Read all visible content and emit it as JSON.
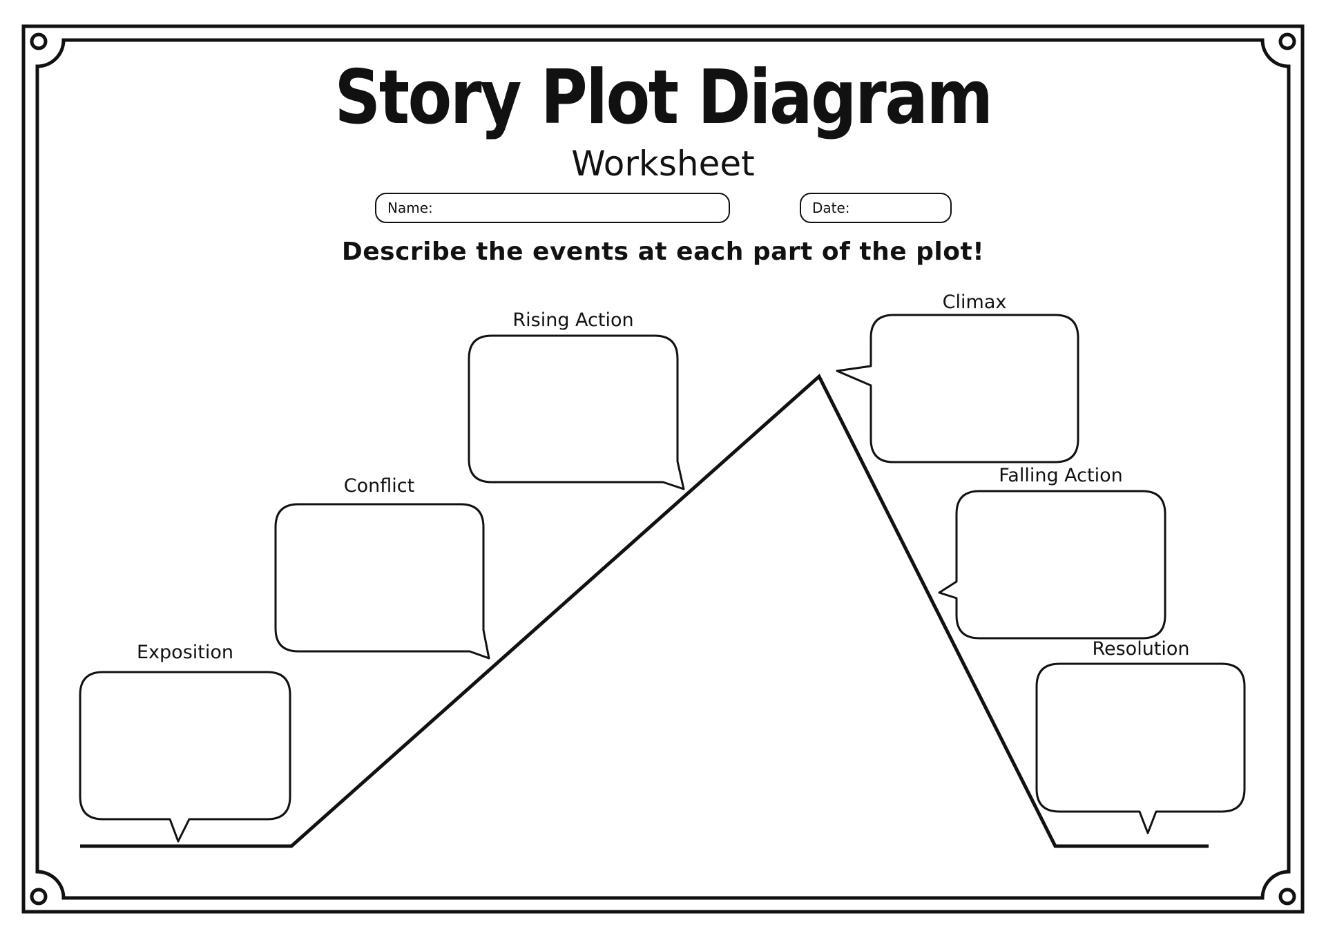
{
  "title": "Story Plot Diagram",
  "subtitle": "Worksheet",
  "fields": {
    "name_label": "Name:",
    "date_label": "Date:"
  },
  "instruction": "Describe the events at each part of the plot!",
  "sections": {
    "exposition": "Exposition",
    "conflict": "Conflict",
    "rising_action": "Rising Action",
    "climax": "Climax",
    "falling_action": "Falling Action",
    "resolution": "Resolution"
  },
  "colors": {
    "ink": "#111111",
    "paper": "#ffffff"
  }
}
